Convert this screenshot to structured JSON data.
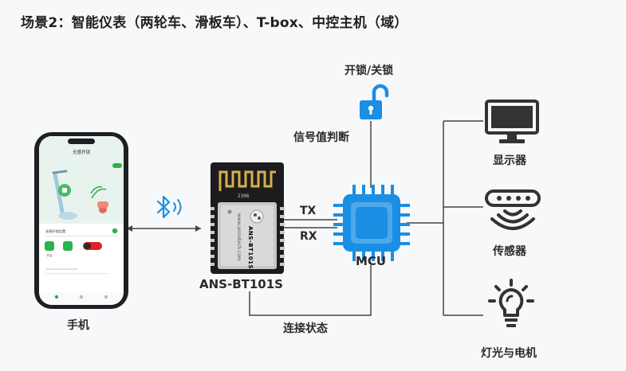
{
  "title": "场景2：智能仪表（两轮车、滑板车）、T-box、中控主机（域）",
  "phone": {
    "label": "手机",
    "app_title": "无感开锁",
    "ui_labels": [
      "无感开锁设置",
      "开启"
    ]
  },
  "module": {
    "label": "ANS-BT101S",
    "chip_text": "ANS-BT101S",
    "chip_url": "www.ansiotech.com",
    "antenna_code": "2306"
  },
  "mcu": {
    "label": "MCU"
  },
  "links": {
    "tx": "TX",
    "rx": "RX",
    "status": "连接状态",
    "signal": "信号值判断"
  },
  "lock": {
    "label": "开锁/关锁"
  },
  "peripherals": [
    {
      "label": "显示器",
      "icon": "monitor-icon"
    },
    {
      "label": "传感器",
      "icon": "sensor-icon"
    },
    {
      "label": "灯光与电机",
      "icon": "lightbulb-icon"
    }
  ],
  "colors": {
    "accent": "#1a8fe3",
    "line": "#444444",
    "green": "#2bb24c",
    "red": "#e02424"
  }
}
